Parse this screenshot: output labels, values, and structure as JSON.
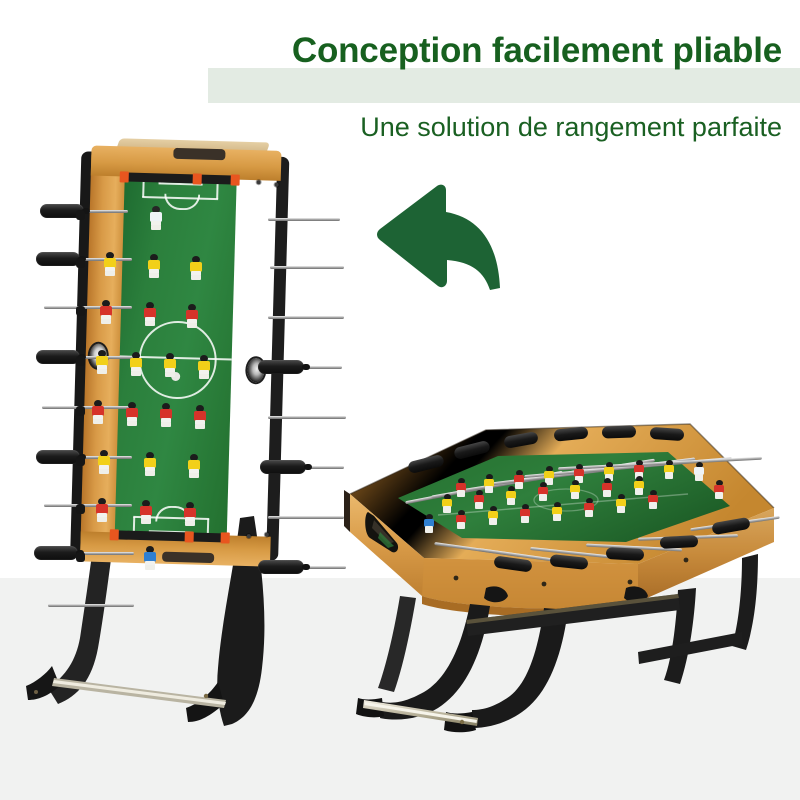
{
  "headline": "Conception facilement pliable",
  "subheadline": "Une solution de rangement parfaite",
  "colors": {
    "heading_green": "#17601f",
    "band_green": "#e3ebe3",
    "arrow_green": "#1d6334",
    "floor_gray": "#f1f2f1",
    "page_white": "#ffffff",
    "field_green": "#2b7f3c",
    "wood_tan": "#d89a47",
    "frame_black": "#181818",
    "team_yellow": "#f2d019",
    "team_red": "#d6332a",
    "team_blue": "#2f7fd1",
    "team_white": "#eef3f7",
    "score_orange": "#e8561f",
    "chrome": "#c9c9c9"
  },
  "arrow": {
    "name": "curved-arrow",
    "direction": "left",
    "meaning": "folds-from-open-to-stored"
  },
  "products": [
    {
      "id": "folded-table",
      "label": "Baby-foot plié en position de rangement",
      "state": "folded",
      "position": "left",
      "features": [
        "poignee-encastree",
        "compteur-de-score",
        "retour-de-balle",
        "pieds-pliants-noirs",
        "barre-repose-pied-chromee"
      ],
      "rod_count": 8,
      "player_rows": [
        {
          "team": "white",
          "count": 1
        },
        {
          "team": "yellow",
          "count": 3
        },
        {
          "team": "red",
          "count": 3
        },
        {
          "team": "yellow",
          "count": 4
        },
        {
          "team": "red",
          "count": 4
        },
        {
          "team": "yellow",
          "count": 3
        },
        {
          "team": "red",
          "count": 3
        },
        {
          "team": "blue",
          "count": 1
        }
      ]
    },
    {
      "id": "open-table",
      "label": "Baby-foot deplie pret a jouer",
      "state": "unfolded",
      "position": "right",
      "features": [
        "plateau-de-jeu-vert",
        "cadre-bois",
        "8-barres-telescopiques",
        "pieds-noirs-incurves",
        "barre-repose-pied-chromee"
      ],
      "rod_count": 8
    }
  ]
}
